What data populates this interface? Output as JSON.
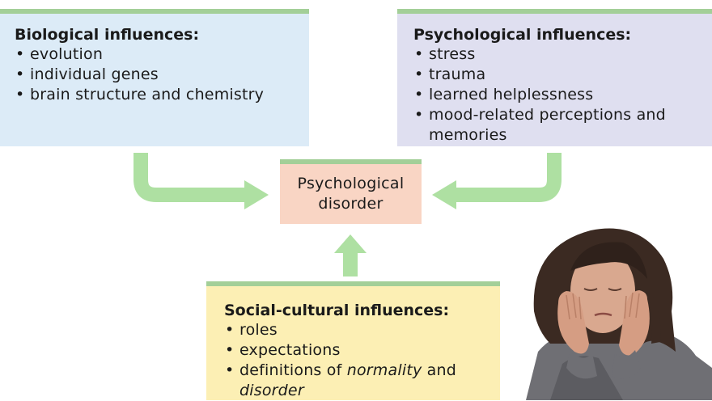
{
  "biological": {
    "title": "Biological influences:",
    "items": [
      "evolution",
      "individual genes",
      "brain structure and chemistry"
    ]
  },
  "psychological": {
    "title": "Psychological influences:",
    "items": [
      "stress",
      "trauma",
      "learned helplessness",
      "mood-related perceptions and memories"
    ]
  },
  "center": {
    "label": "Psychological\ndisorder"
  },
  "social_cultural": {
    "title": "Social-cultural influences:",
    "items": {
      "roles": "roles",
      "expectations": "expectations",
      "definitions_prefix": "definitions of ",
      "definitions_normality": "normality",
      "definitions_and": " and",
      "definitions_disorder": "disorder"
    }
  },
  "bullet": "•",
  "colors": {
    "box_top_border": "#a3cf98",
    "biological_bg": "#dcebf7",
    "psychological_bg": "#dfdff0",
    "social_bg": "#fcefb4",
    "center_bg": "#f9d5c4",
    "arrow": "#aee0a2"
  },
  "photo": "woman-holding-head-photo"
}
